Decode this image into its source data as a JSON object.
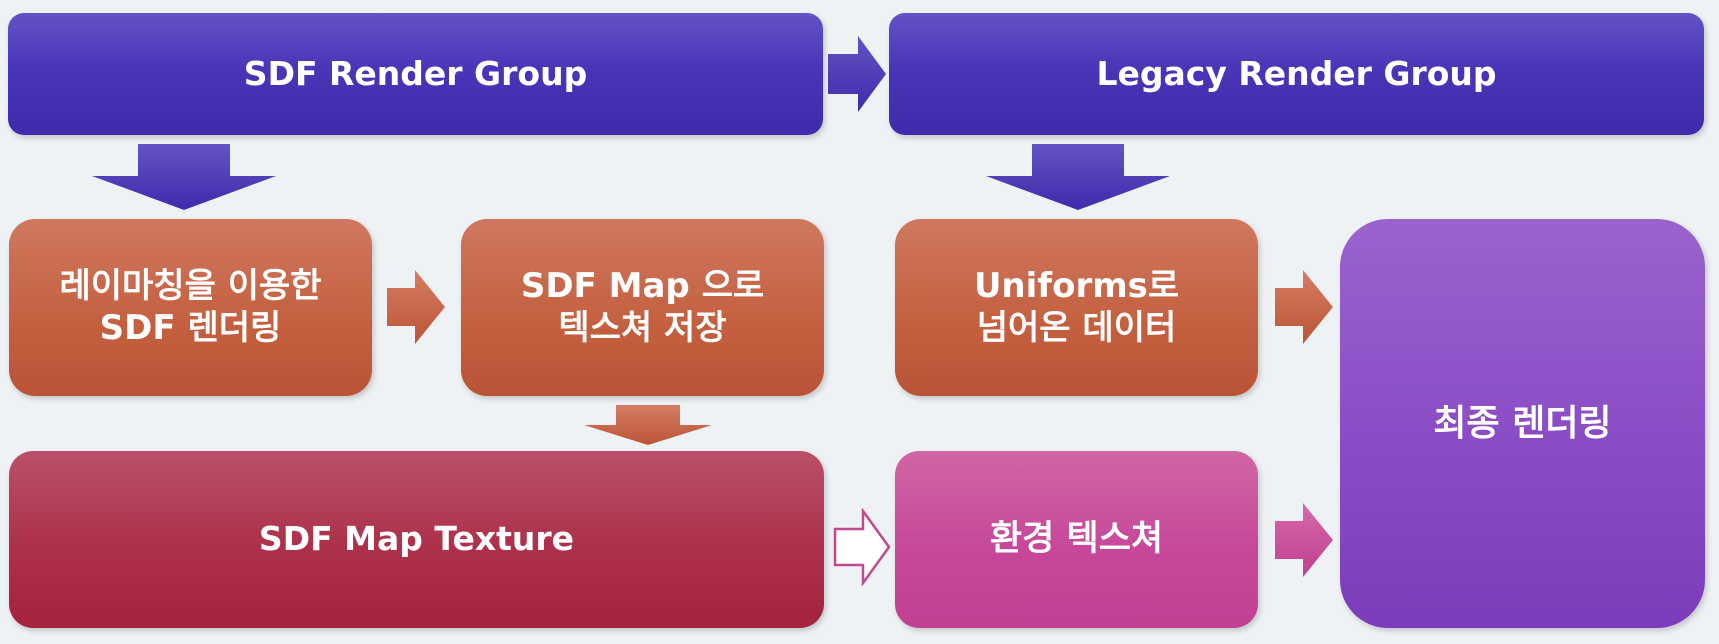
{
  "diagram": {
    "nodes": {
      "sdf_render_group": "SDF Render Group",
      "legacy_render_group": "Legacy Render Group",
      "raymarching": "레이마칭을 이용한\nSDF 렌더링",
      "save_texture": "SDF Map 으로\n텍스쳐 저장",
      "uniforms": "Uniforms로\n넘어온 데이터",
      "sdf_map_texture": "SDF Map Texture",
      "env_texture": "환경 텍스쳐",
      "final_render": "최종 렌더링"
    },
    "colors": {
      "background": "#eff2f4",
      "group": "#4a35b8",
      "step": "#c4603f",
      "texture": "#ad304a",
      "environment": "#c7489a",
      "final": "#8a4cc5"
    }
  }
}
